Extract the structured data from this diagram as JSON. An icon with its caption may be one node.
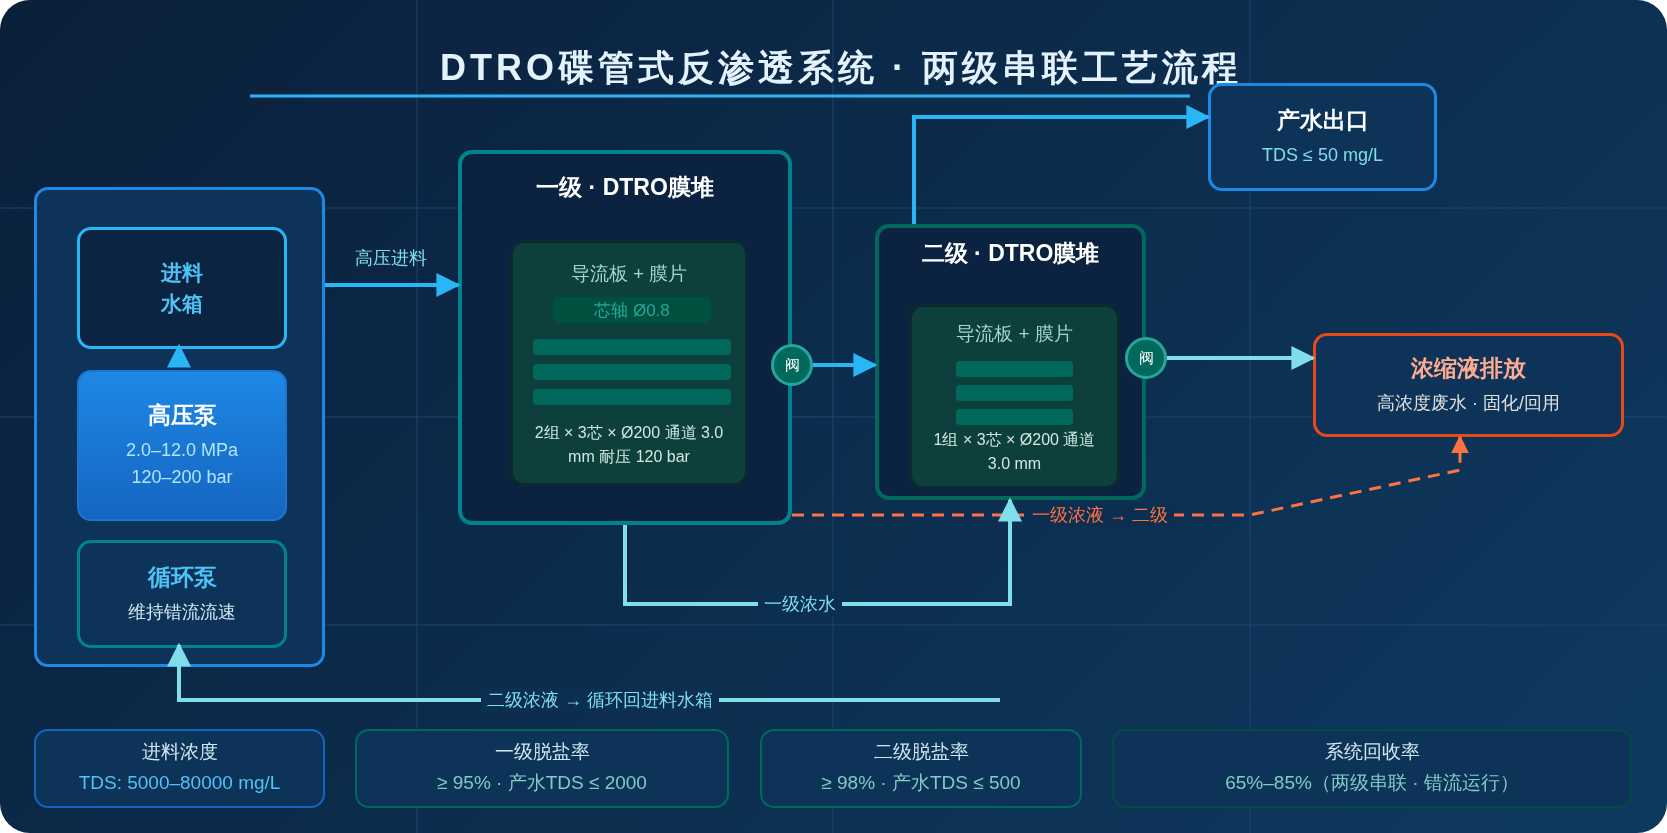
{
  "diagram": {
    "title": "DTRO碟管式反渗透系统 · 两级串联工艺流程",
    "nodes": [
      {
        "text": [],
        "shape": "box"
      },
      {
        "text": [
          "进料水箱"
        ],
        "in": 0
      },
      {
        "text": [
          "高压泵",
          "2.0–12.0 MPa 120–200 bar"
        ],
        "in": 0
      },
      {
        "text": [
          "循环泵",
          "维持错流流速"
        ],
        "in": 0
      },
      {
        "text": [
          "一级 · DTRO膜堆"
        ]
      },
      {
        "text": [
          "导流板 + 膜片",
          "2组 × 3芯 × Ø200 通道 3.0 mm 耐压 120 bar"
        ],
        "in": 4
      },
      {
        "text": [
          "芯轴 Ø0.8"
        ],
        "in": 5
      },
      {
        "text": [
          "阀"
        ]
      },
      {
        "text": [
          "二级 · DTRO膜堆"
        ]
      },
      {
        "text": [
          "导流板 + 膜片",
          "1组 × 3芯 × Ø200 通道 3.0 mm"
        ],
        "in": 8
      },
      {
        "text": [
          "阀"
        ]
      },
      {
        "text": [
          "产水出口",
          "TDS ≤ 50 mg/L"
        ]
      },
      {
        "text": [
          "浓缩液排放",
          "高浓度废水 · 固化/回用"
        ]
      },
      {
        "text": [
          "进料浓度",
          "TDS: 5000–80000 mg/L"
        ]
      },
      {
        "text": [
          "一级脱盐率",
          "≥ 95% · 产水TDS ≤ 2000"
        ]
      },
      {
        "text": [
          "二级脱盐率",
          "≥ 98% · 产水TDS ≤ 500"
        ]
      },
      {
        "text": [
          "系统回收率",
          "65%–85%（两级串联 · 错流运行）"
        ]
      }
    ],
    "edges": [
      {
        "from": 0,
        "to": 4,
        "arrow": "to",
        "label": "高压进料"
      },
      {
        "from": 2,
        "to": 1,
        "arrow": "to"
      },
      {
        "from": 7,
        "to": 8,
        "arrow": "to"
      },
      {
        "from": 8,
        "to": 11,
        "arrow": "to"
      },
      {
        "from": 10,
        "to": 12,
        "arrow": "to",
        "color": "#80deea"
      },
      {
        "from": 4,
        "to": 12,
        "arrow": "to",
        "label": "一级浓液 → 二级",
        "style": "dashed",
        "color": "#ff7043"
      },
      {
        "from": 4,
        "to": 8,
        "arrow": "to",
        "label": "一级浓水",
        "color": "#80deea"
      },
      {
        "from": null,
        "to": 3,
        "arrow": "to",
        "label": "二级浓液 → 循环回进料水箱",
        "color": "#80deea"
      }
    ]
  }
}
